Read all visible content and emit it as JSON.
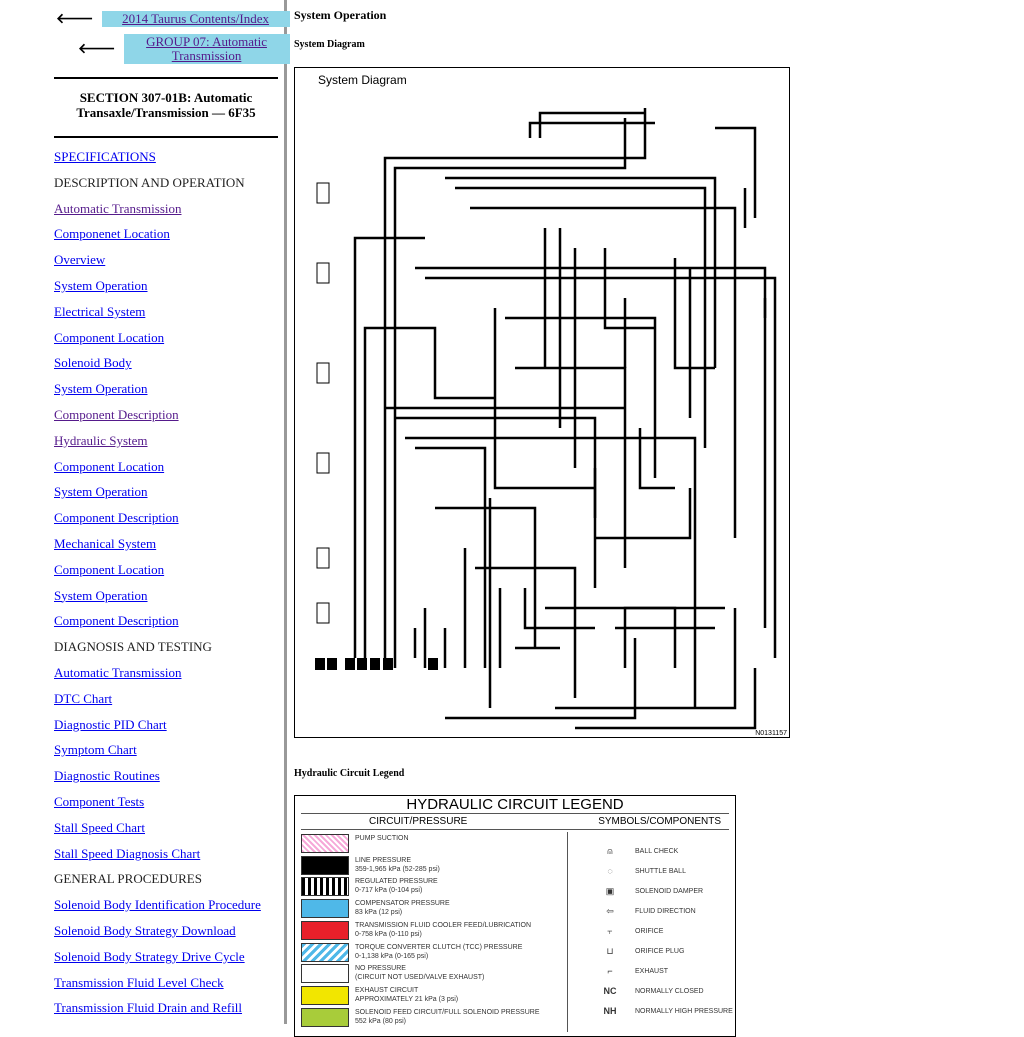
{
  "nav": {
    "back_links": [
      "2014 Taurus Contents/Index",
      "GROUP 07: Automatic Transmission"
    ],
    "section_title": "SECTION 307-01B: Automatic Transaxle/Transmission — 6F35",
    "items": [
      {
        "label": "SPECIFICATIONS",
        "type": "link"
      },
      {
        "label": "DESCRIPTION AND OPERATION",
        "type": "head"
      },
      {
        "label": "Automatic Transmission",
        "type": "visited"
      },
      {
        "label": "Componenet Location",
        "type": "link"
      },
      {
        "label": "Overview",
        "type": "link"
      },
      {
        "label": "System Operation",
        "type": "link"
      },
      {
        "label": "Electrical System",
        "type": "link"
      },
      {
        "label": "Component Location",
        "type": "link"
      },
      {
        "label": "Solenoid Body",
        "type": "link"
      },
      {
        "label": "System Operation",
        "type": "link"
      },
      {
        "label": "Component Description",
        "type": "visited"
      },
      {
        "label": "Hydraulic System",
        "type": "visited"
      },
      {
        "label": "Component Location",
        "type": "link"
      },
      {
        "label": "System Operation",
        "type": "link"
      },
      {
        "label": "Component Description",
        "type": "link"
      },
      {
        "label": "Mechanical System",
        "type": "link"
      },
      {
        "label": "Component Location",
        "type": "link"
      },
      {
        "label": "System Operation",
        "type": "link"
      },
      {
        "label": "Component Description",
        "type": "link"
      },
      {
        "label": "DIAGNOSIS AND TESTING",
        "type": "head"
      },
      {
        "label": "Automatic Transmission",
        "type": "link"
      },
      {
        "label": "DTC Chart",
        "type": "link"
      },
      {
        "label": "Diagnostic PID Chart",
        "type": "link"
      },
      {
        "label": "Symptom Chart",
        "type": "link"
      },
      {
        "label": "Diagnostic Routines",
        "type": "link"
      },
      {
        "label": "Component Tests",
        "type": "link"
      },
      {
        "label": "Stall Speed Chart",
        "type": "link"
      },
      {
        "label": "Stall Speed Diagnosis Chart",
        "type": "link"
      },
      {
        "label": "GENERAL PROCEDURES",
        "type": "head"
      },
      {
        "label": "Solenoid Body Identification Procedure",
        "type": "link"
      },
      {
        "label": "Solenoid Body Strategy Download",
        "type": "link"
      },
      {
        "label": "Solenoid Body Strategy Drive Cycle",
        "type": "link"
      },
      {
        "label": "Transmission Fluid Level Check",
        "type": "link"
      },
      {
        "label": "Transmission Fluid Drain and Refill",
        "type": "link"
      }
    ]
  },
  "main": {
    "title": "System Operation",
    "diagram_heading": "System Diagram",
    "diagram_label": "System Diagram",
    "diagram_id": "N0131157",
    "legend_heading": "Hydraulic Circuit Legend",
    "legend": {
      "title": "HYDRAULIC CIRCUIT LEGEND",
      "col1": "CIRCUIT/PRESSURE",
      "col2": "SYMBOLS/COMPONENTS",
      "circuits": [
        {
          "name": "PUMP SUCTION",
          "value": "",
          "color": "#f6a8d8"
        },
        {
          "name": "LINE PRESSURE",
          "value": "359-1,965 kPa (52-285 psi)",
          "color": "#000000"
        },
        {
          "name": "REGULATED PRESSURE",
          "value": "0-717 kPa (0-104 psi)",
          "color": "stripes"
        },
        {
          "name": "COMPENSATOR PRESSURE",
          "value": "83 kPa (12 psi)",
          "color": "#4fb8e8"
        },
        {
          "name": "TRANSMISSION FLUID COOLER FEED/LUBRICATION",
          "value": "0-758 kPa (0-110 psi)",
          "color": "#e8202a"
        },
        {
          "name": "TORQUE CONVERTER CLUTCH (TCC) PRESSURE",
          "value": "0-1,138 kPa (0-165 psi)",
          "color": "#8fd0f0"
        },
        {
          "name": "NO PRESSURE",
          "value": "(CIRCUIT NOT USED/VALVE EXHAUST)",
          "color": "#ffffff"
        },
        {
          "name": "EXHAUST CIRCUIT",
          "value": "APPROXIMATELY 21 kPa (3 psi)",
          "color": "#f2e600"
        },
        {
          "name": "SOLENOID FEED CIRCUIT/FULL SOLENOID PRESSURE",
          "value": "552 kPa (80 psi)",
          "color": "#a8cc3a"
        }
      ],
      "symbols": [
        {
          "sym": "⍝",
          "label": "BALL CHECK"
        },
        {
          "sym": "◌",
          "label": "SHUTTLE BALL"
        },
        {
          "sym": "▣",
          "label": "SOLENOID DAMPER"
        },
        {
          "sym": "⇦",
          "label": "FLUID DIRECTION"
        },
        {
          "sym": "⫟",
          "label": "ORIFICE"
        },
        {
          "sym": "⊔",
          "label": "ORIFICE PLUG"
        },
        {
          "sym": "⌐",
          "label": "EXHAUST"
        },
        {
          "sym": "NC",
          "label": "NORMALLY CLOSED"
        },
        {
          "sym": "NH",
          "label": "NORMALLY HIGH PRESSURE"
        }
      ]
    }
  }
}
